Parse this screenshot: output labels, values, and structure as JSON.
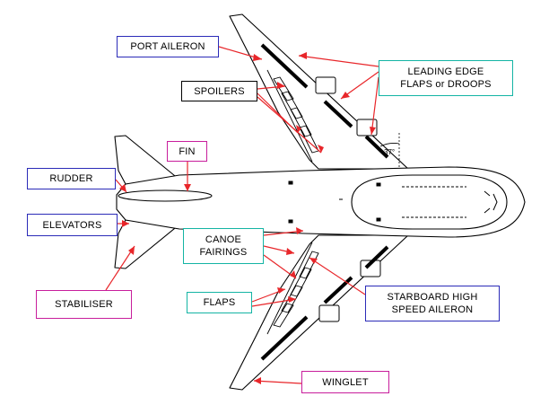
{
  "colors": {
    "leader": "#e8262a",
    "outline": "#000000",
    "le_flap": "#000000",
    "aircraft_fill": "#ffffff",
    "border_blue": "#2b2bb8",
    "border_teal": "#14b4a4",
    "border_pink": "#c81e9c"
  },
  "sweep_angle": "37°",
  "labels": {
    "port_aileron": "PORT AILERON",
    "spoilers": "SPOILERS",
    "leading_edge": "LEADING EDGE\nFLAPS or DROOPS",
    "fin": "FIN",
    "rudder": "RUDDER",
    "elevators": "ELEVATORS",
    "canoe_fairings": "CANOE\nFAIRINGS",
    "stabiliser": "STABILISER",
    "flaps": "FLAPS",
    "starboard_aileron": "STARBOARD HIGH\nSPEED AILERON",
    "winglet": "WINGLET"
  }
}
